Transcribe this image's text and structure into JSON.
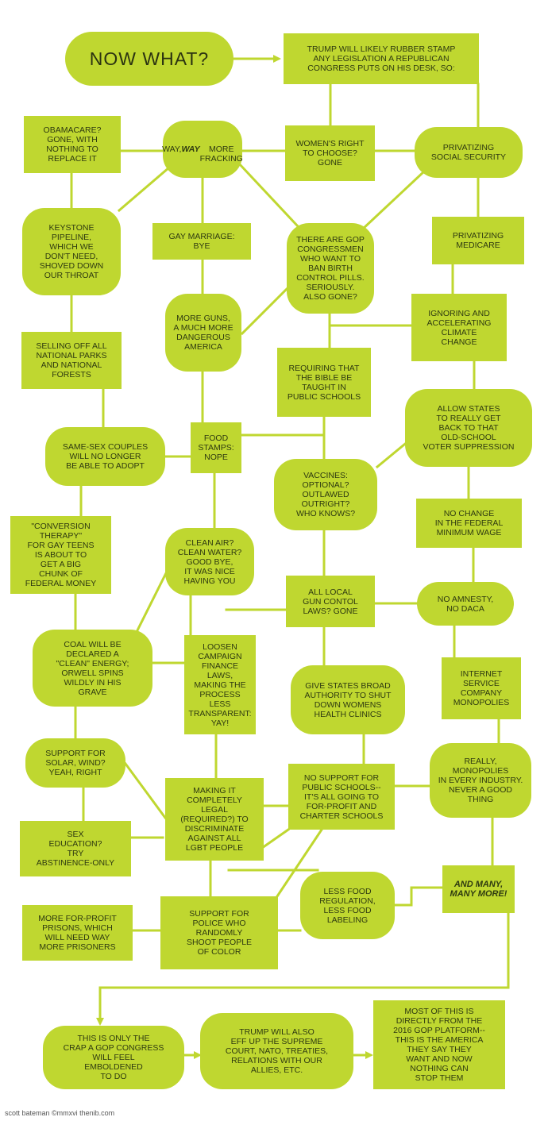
{
  "title": "NOW WHAT?",
  "colors": {
    "box": "#bfd730",
    "text": "#2e3a10",
    "line": "#bfd730"
  },
  "nodes": {
    "intro": "TRUMP WILL LIKELY RUBBER STAMP\nANY LEGISLATION A REPUBLICAN\nCONGRESS PUTS ON HIS DESK, SO:",
    "obamacare": "OBAMACARE?\nGONE, WITH\nNOTHING TO\nREPLACE IT",
    "fracking_pre": "WAY, ",
    "fracking_em": "WAY",
    "fracking_post": "\nMORE\nFRACKING",
    "womens_right": "WOMEN'S RIGHT\nTO CHOOSE?\nGONE",
    "social_security": "PRIVATIZING\nSOCIAL SECURITY",
    "keystone": "KEYSTONE\nPIPELINE,\nWHICH WE\nDON'T NEED,\nSHOVED DOWN\nOUR THROAT",
    "gay_marriage": "GAY MARRIAGE:\nBYE",
    "birth_control": "THERE ARE GOP\nCONGRESSMEN\nWHO WANT TO\nBAN BIRTH\nCONTROL PILLS.\nSERIOUSLY.\nALSO GONE?",
    "medicare": "PRIVATIZING\nMEDICARE",
    "more_guns": "MORE GUNS,\nA MUCH MORE\nDANGEROUS\nAMERICA",
    "climate": "IGNORING AND\nACCELERATING\nCLIMATE\nCHANGE",
    "national_parks": "SELLING OFF ALL\nNATIONAL PARKS\nAND NATIONAL\nFORESTS",
    "bible": "REQUIRING THAT\nTHE BIBLE BE\nTAUGHT IN\nPUBLIC SCHOOLS",
    "voter_suppression": "ALLOW STATES\nTO REALLY GET\nBACK TO THAT\nOLD-SCHOOL\nVOTER SUPPRESSION",
    "same_sex_adopt": "SAME-SEX COUPLES\nWILL NO LONGER\nBE ABLE TO ADOPT",
    "food_stamps": "FOOD\nSTAMPS:\nNOPE",
    "vaccines": "VACCINES:\nOPTIONAL?\nOUTLAWED\nOUTRIGHT?\nWHO KNOWS?",
    "min_wage": "NO CHANGE\nIN THE FEDERAL\nMINIMUM WAGE",
    "conversion": "\"CONVERSION\nTHERAPY\"\nFOR GAY TEENS\nIS ABOUT TO\nGET A BIG\nCHUNK OF\nFEDERAL MONEY",
    "clean_air": "CLEAN AIR?\nCLEAN WATER?\nGOOD BYE,\nIT WAS NICE\nHAVING YOU",
    "gun_laws": "ALL LOCAL\nGUN CONTOL\nLAWS? GONE",
    "amnesty": "NO AMNESTY,\nNO DACA",
    "coal": "COAL WILL BE\nDECLARED A\n\"CLEAN\" ENERGY;\nORWELL SPINS\nWILDLY IN HIS\nGRAVE",
    "campaign": "LOOSEN\nCAMPAIGN\nFINANCE\nLAWS,\nMAKING THE\nPROCESS LESS\nTRANSPARENT:\nYAY!",
    "clinics": "GIVE STATES BROAD\nAUTHORITY TO SHUT\nDOWN WOMENS\nHEALTH CLINICS",
    "isp": "INTERNET\nSERVICE\nCOMPANY\nMONOPOLIES",
    "solar": "SUPPORT FOR\nSOLAR, WIND?\nYEAH, RIGHT",
    "lgbt": "MAKING IT\nCOMPLETELY\nLEGAL\n(REQUIRED?) TO\nDISCRIMINATE\nAGAINST ALL\nLGBT PEOPLE",
    "public_schools": "NO SUPPORT FOR\nPUBLIC SCHOOLS--\nIT'S ALL GOING TO\nFOR-PROFIT AND\nCHARTER SCHOOLS",
    "monopolies": "REALLY,\nMONOPOLIES\nIN EVERY INDUSTRY.\nNEVER A GOOD\nTHING",
    "sex_ed": "SEX\nEDUCATION?\nTRY\nABSTINENCE-ONLY",
    "many_more": "AND MANY,\nMANY MORE!",
    "prisons": "MORE FOR-PROFIT\nPRISONS, WHICH\nWILL NEED WAY\nMORE PRISONERS",
    "police": "SUPPORT FOR\nPOLICE WHO\nRANDOMLY\nSHOOT PEOPLE\nOF COLOR",
    "food_reg": "LESS FOOD\nREGULATION,\nLESS FOOD\nLABELING",
    "only_crap": "THIS IS ONLY THE\nCRAP A GOP CONGRESS\nWILL FEEL\nEMBOLDENED\nTO DO",
    "supreme_court": "TRUMP WILL ALSO\nEFF UP THE SUPREME\nCOURT, NATO, TREATIES,\nRELATIONS WITH OUR\nALLIES, ETC.",
    "gop_platform": "MOST OF THIS IS\nDIRECTLY FROM THE\n2016 GOP PLATFORM--\nTHIS IS THE AMERICA\nTHEY SAY THEY\nWANT AND NOW\nNOTHING CAN\nSTOP THEM"
  },
  "credit": "scott bateman ©mmxvi thenib.com"
}
